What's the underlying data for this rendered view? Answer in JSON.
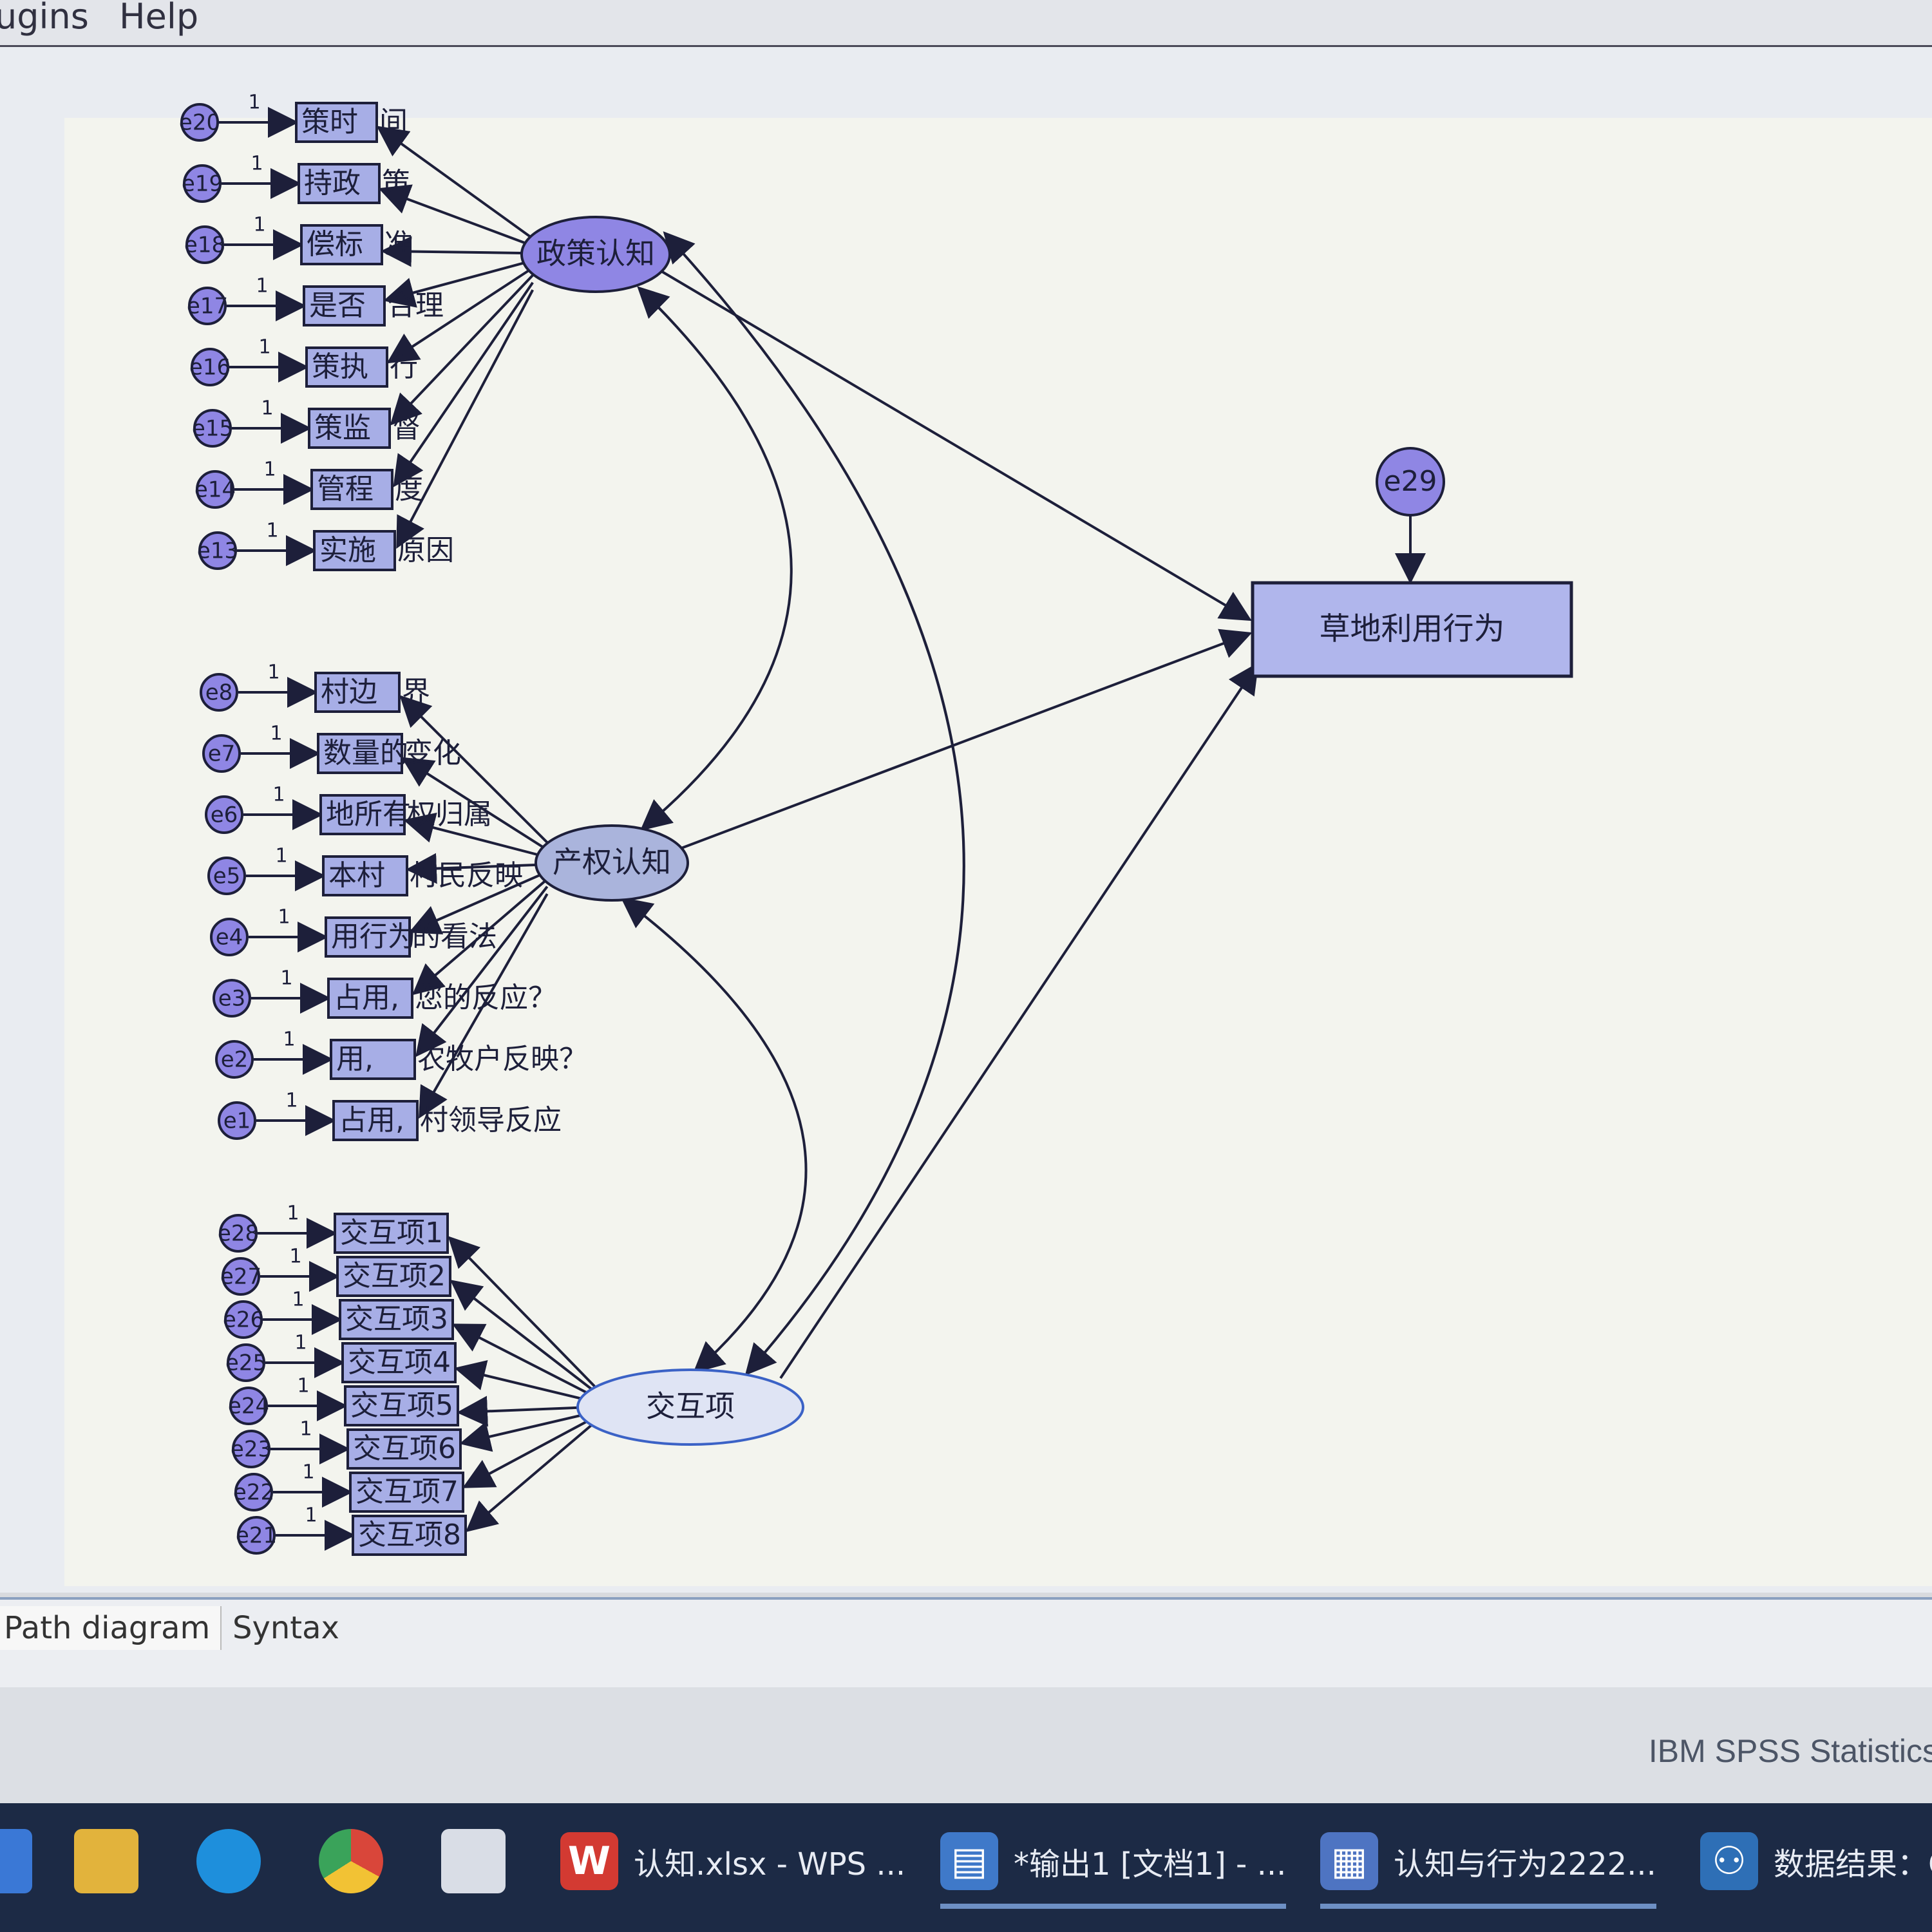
{
  "menu": {
    "plugins": "ugins",
    "help": "Help"
  },
  "diagram": {
    "latent": {
      "policy": "政策认知",
      "property": "产权认知",
      "interaction": "交互项"
    },
    "outcome": "草地利用行为",
    "outcome_error": "e29",
    "policy_items": [
      {
        "error": "e20",
        "weight": "1",
        "box": "策时",
        "tail": "间"
      },
      {
        "error": "e19",
        "weight": "1",
        "box": "持政",
        "tail": "策"
      },
      {
        "error": "e18",
        "weight": "1",
        "box": "偿标",
        "tail": "准"
      },
      {
        "error": "e17",
        "weight": "1",
        "box": "是否",
        "tail": "合理"
      },
      {
        "error": "e16",
        "weight": "1",
        "box": "策执",
        "tail": "行"
      },
      {
        "error": "e15",
        "weight": "1",
        "box": "策监",
        "tail": "督"
      },
      {
        "error": "e14",
        "weight": "1",
        "box": "管程",
        "tail": "度"
      },
      {
        "error": "e13",
        "weight": "1",
        "box": "实施",
        "tail": "原因"
      }
    ],
    "property_items": [
      {
        "error": "e8",
        "weight": "1",
        "box": "村边",
        "tail": "界"
      },
      {
        "error": "e7",
        "weight": "1",
        "box": "数量的",
        "tail": "变化"
      },
      {
        "error": "e6",
        "weight": "1",
        "box": "地所有",
        "tail": "权归属"
      },
      {
        "error": "e5",
        "weight": "1",
        "box": "本村",
        "tail": "村民反映"
      },
      {
        "error": "e4",
        "weight": "1",
        "box": "用行为",
        "tail": "的看法"
      },
      {
        "error": "e3",
        "weight": "1",
        "box": "占用,",
        "tail": "您的反应？"
      },
      {
        "error": "e2",
        "weight": "1",
        "box": "用,",
        "tail": "农牧户反映？"
      },
      {
        "error": "e1",
        "weight": "1",
        "box": "占用,",
        "tail": "村领导反应"
      }
    ],
    "interaction_items": [
      {
        "error": "e28",
        "weight": "1",
        "box": "交互项1"
      },
      {
        "error": "e27",
        "weight": "1",
        "box": "交互项2"
      },
      {
        "error": "e26",
        "weight": "1",
        "box": "交互项3"
      },
      {
        "error": "e25",
        "weight": "1",
        "box": "交互项4"
      },
      {
        "error": "e24",
        "weight": "1",
        "box": "交互项5"
      },
      {
        "error": "e23",
        "weight": "1",
        "box": "交互项6"
      },
      {
        "error": "e22",
        "weight": "1",
        "box": "交互项7"
      },
      {
        "error": "e21",
        "weight": "1",
        "box": "交互项8"
      }
    ]
  },
  "tabs": {
    "path": "Path diagram",
    "syntax": "Syntax"
  },
  "status": {
    "app": "IBM SPSS Statistics"
  },
  "taskbar": {
    "apps": [
      {
        "label": "认知.xlsx - WPS ..."
      },
      {
        "label": "*输出1 [文档1] - ..."
      },
      {
        "label": "认知与行为2222..."
      },
      {
        "label": "数据结果：G"
      }
    ]
  },
  "colors": {
    "latent_fill": "#8f86e4",
    "box_fill": "#a7aee6",
    "outcome_fill": "#b0b6ec",
    "ink": "#1d1f3a"
  }
}
